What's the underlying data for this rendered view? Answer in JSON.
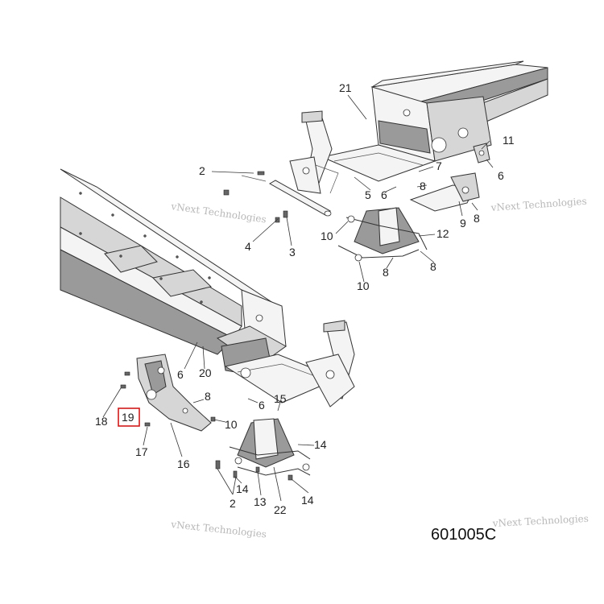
{
  "diagram": {
    "code": "601005C",
    "watermark": "vNext Technologies",
    "highlighted_callout": "19",
    "callouts": [
      "21",
      "11",
      "7",
      "8",
      "6",
      "2",
      "5",
      "6",
      "9",
      "8",
      "10",
      "12",
      "4",
      "3",
      "10",
      "8",
      "8",
      "6",
      "20",
      "8",
      "10",
      "18",
      "19",
      "6",
      "15",
      "17",
      "16",
      "14",
      "14",
      "13",
      "22",
      "14",
      "2"
    ]
  }
}
